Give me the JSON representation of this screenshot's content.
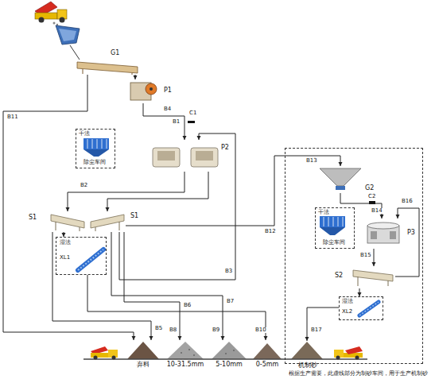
{
  "diagram": {
    "nodes": [
      {
        "text": [
          "G1"
        ]
      },
      {
        "text": [
          "P1"
        ]
      },
      {
        "text": [
          "干法",
          "除尘车间"
        ]
      },
      {
        "text": [
          "P2"
        ]
      },
      {
        "text": [
          "S1"
        ]
      },
      {
        "text": [
          "S1"
        ]
      },
      {
        "text": [
          "湿法",
          "XL1"
        ]
      },
      {
        "text": [
          "根据生产需要，此虚线部分为制砂车间，用于生产机制砂"
        ]
      },
      {
        "text": [
          "G2"
        ],
        "in": 7
      },
      {
        "text": [
          "干法",
          "除尘车间"
        ],
        "in": 7
      },
      {
        "text": [
          "P3"
        ],
        "in": 7
      },
      {
        "text": [
          "S2"
        ],
        "in": 7
      },
      {
        "text": [
          "湿法",
          "XL2"
        ],
        "in": 7
      },
      {
        "text": [
          "弃料"
        ]
      },
      {
        "text": [
          "10-31.5mm"
        ]
      },
      {
        "text": [
          "5-10mm"
        ]
      },
      {
        "text": [
          "0-5mm"
        ]
      },
      {
        "text": [
          "机制砂"
        ],
        "in": 7
      }
    ],
    "edges": [
      {
        "from": 0,
        "to": 1,
        "arrow": "to"
      },
      {
        "from": 1,
        "to": 3,
        "label": "B1",
        "arrow": "to"
      },
      {
        "from": 0,
        "to": 13,
        "label": "B11",
        "arrow": "to"
      },
      {
        "from": 3,
        "to": 4,
        "label": "B2",
        "arrow": "to"
      },
      {
        "from": 3,
        "to": 5,
        "arrow": "to"
      },
      {
        "from": 4,
        "to": 6,
        "arrow": "to"
      },
      {
        "from": 5,
        "to": 3,
        "label": "B3",
        "arrow": "to"
      },
      {
        "from": 4,
        "to": 13,
        "label": "B5",
        "arrow": "to"
      },
      {
        "from": 5,
        "to": 14,
        "label": "B8",
        "arrow": "to"
      },
      {
        "from": 5,
        "to": 15,
        "label": "B9",
        "arrow": "to"
      },
      {
        "from": 6,
        "to": 16,
        "label": "B10",
        "arrow": "to"
      },
      {
        "from": 5,
        "to": 8,
        "label": "B12",
        "arrow": "to"
      },
      {
        "from": 8,
        "to": 10,
        "label": "B14",
        "arrow": "to"
      },
      {
        "from": 10,
        "to": 11,
        "label": "B15",
        "arrow": "to"
      },
      {
        "from": 11,
        "to": 10,
        "label": "B16",
        "arrow": "to"
      },
      {
        "from": 11,
        "to": 12,
        "arrow": "to"
      },
      {
        "from": 12,
        "to": 17,
        "label": "B17",
        "arrow": "to"
      }
    ],
    "labels": [
      "B4",
      "C1",
      "B6",
      "B7",
      "B13",
      "C2"
    ]
  }
}
